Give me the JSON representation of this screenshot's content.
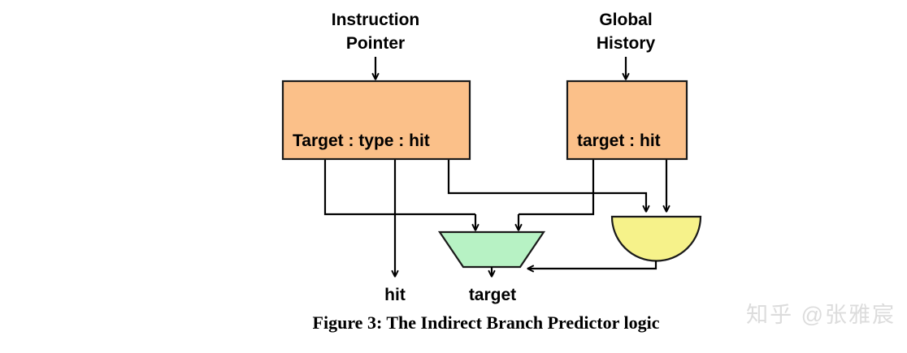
{
  "figure": {
    "caption": "Figure 3: The Indirect Branch Predictor logic",
    "inputs": [
      {
        "id": "instruction-pointer",
        "line1": "Instruction",
        "line2": "Pointer"
      },
      {
        "id": "global-history",
        "line1": "Global",
        "line2": "History"
      }
    ],
    "blocks": [
      {
        "id": "btb",
        "label": "Target : type : hit",
        "fill": "#FBC089",
        "stroke": "#1a1a1a"
      },
      {
        "id": "itp",
        "label": "target : hit",
        "fill": "#FBC089",
        "stroke": "#1a1a1a"
      }
    ],
    "gates": [
      {
        "id": "mux",
        "kind": "mux-trapezoid",
        "fill": "#B7F2C4",
        "stroke": "#1a3a20"
      },
      {
        "id": "and-gate",
        "kind": "and-gate",
        "fill": "#F6F28A",
        "stroke": "#1a1a1a"
      }
    ],
    "outputs": [
      {
        "id": "hit-output",
        "label": "hit"
      },
      {
        "id": "target-output",
        "label": "target"
      }
    ],
    "colors": {
      "block_fill": "#FBC089",
      "mux_fill": "#B7F2C4",
      "and_fill": "#F6F28A",
      "wire": "#000000",
      "background": "#ffffff",
      "watermark": "#dcdcdc"
    }
  },
  "watermark": {
    "text": "知乎 @张雅宸"
  }
}
